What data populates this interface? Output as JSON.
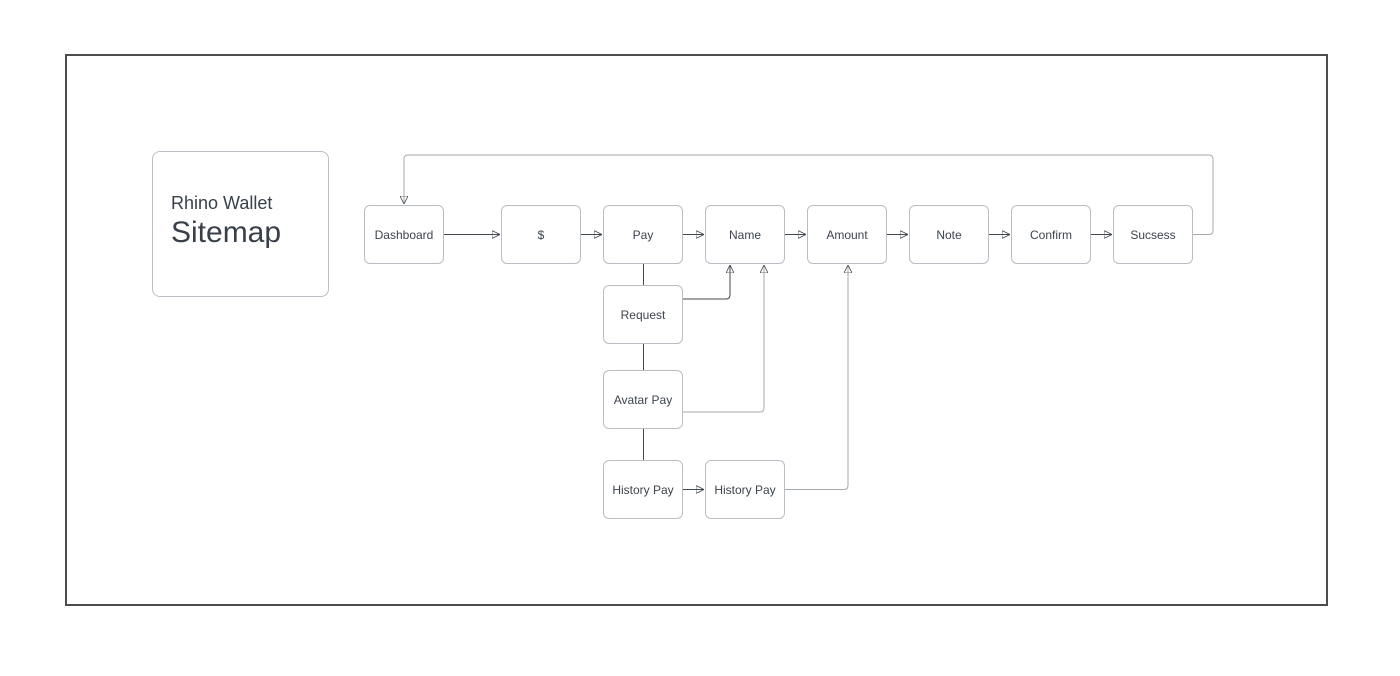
{
  "title_card": {
    "product": "Rhino Wallet",
    "heading": "Sitemap"
  },
  "nodes": [
    {
      "id": "dashboard",
      "label": "Dashboard"
    },
    {
      "id": "dollar",
      "label": "$"
    },
    {
      "id": "pay",
      "label": "Pay"
    },
    {
      "id": "name",
      "label": "Name"
    },
    {
      "id": "amount",
      "label": "Amount"
    },
    {
      "id": "note",
      "label": "Note"
    },
    {
      "id": "confirm",
      "label": "Confirm"
    },
    {
      "id": "sucsess",
      "label": "Sucsess"
    },
    {
      "id": "request",
      "label": "Request"
    },
    {
      "id": "avatar-pay",
      "label": "Avatar Pay"
    },
    {
      "id": "history-pay-1",
      "label": "History Pay"
    },
    {
      "id": "history-pay-2",
      "label": "History Pay"
    }
  ],
  "edges": [
    {
      "from": "Dashboard",
      "to": "$",
      "arrow": true,
      "style": "dark"
    },
    {
      "from": "$",
      "to": "Pay",
      "arrow": true,
      "style": "dark"
    },
    {
      "from": "Pay",
      "to": "Name",
      "arrow": true,
      "style": "dark"
    },
    {
      "from": "Name",
      "to": "Amount",
      "arrow": true,
      "style": "dark"
    },
    {
      "from": "Amount",
      "to": "Note",
      "arrow": true,
      "style": "dark"
    },
    {
      "from": "Note",
      "to": "Confirm",
      "arrow": true,
      "style": "dark"
    },
    {
      "from": "Confirm",
      "to": "Sucsess",
      "arrow": true,
      "style": "dark"
    },
    {
      "from": "Sucsess",
      "to": "Dashboard",
      "arrow": true,
      "style": "light",
      "route": "top-loop"
    },
    {
      "from": "Pay",
      "to": "Request",
      "arrow": false,
      "style": "dark"
    },
    {
      "from": "Request",
      "to": "Avatar Pay",
      "arrow": false,
      "style": "dark"
    },
    {
      "from": "Avatar Pay",
      "to": "History Pay",
      "arrow": false,
      "style": "dark"
    },
    {
      "from": "History Pay",
      "to": "History Pay",
      "arrow": true,
      "style": "dark"
    },
    {
      "from": "Request",
      "to": "Name",
      "arrow": true,
      "style": "dark",
      "route": "elbow-up"
    },
    {
      "from": "Avatar Pay",
      "to": "Name",
      "arrow": true,
      "style": "light",
      "route": "elbow-up"
    },
    {
      "from": "History Pay",
      "to": "Amount",
      "arrow": true,
      "style": "light",
      "route": "elbow-up"
    }
  ],
  "colors": {
    "frame_border": "#4c4c4c",
    "node_border": "#b9bec4",
    "node_text": "#3d444d",
    "connector_dark": "#42484f",
    "connector_light": "#a6abb0",
    "arrowhead": "#262b31",
    "background": "#ffffff"
  }
}
